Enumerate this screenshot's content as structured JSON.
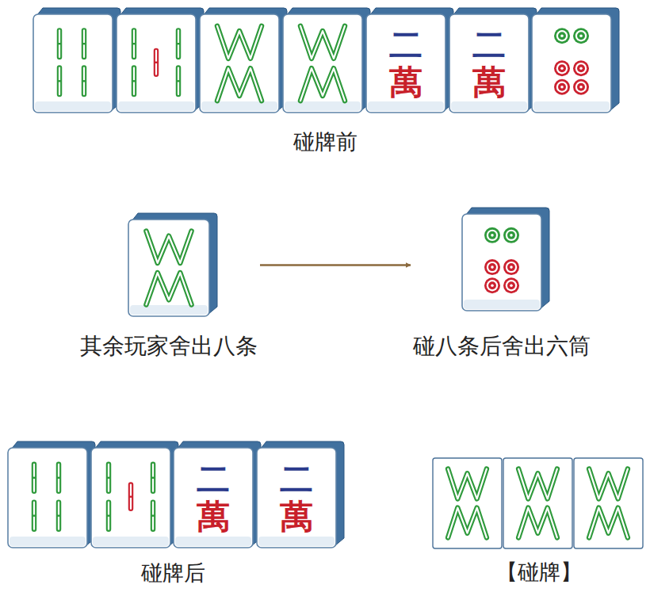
{
  "diagram": {
    "nodes": [
      {
        "text": [
          "其余玩家舍出八条"
        ]
      },
      {
        "text": [
          "碰八条后舍出六筒"
        ]
      }
    ],
    "edges": [
      {
        "from": 0,
        "to": 1,
        "arrow": "to"
      }
    ],
    "labels": [
      "二萬",
      "二萬",
      "碰牌前",
      "二萬",
      "二萬",
      "碰牌后",
      "【碰牌】"
    ]
  }
}
